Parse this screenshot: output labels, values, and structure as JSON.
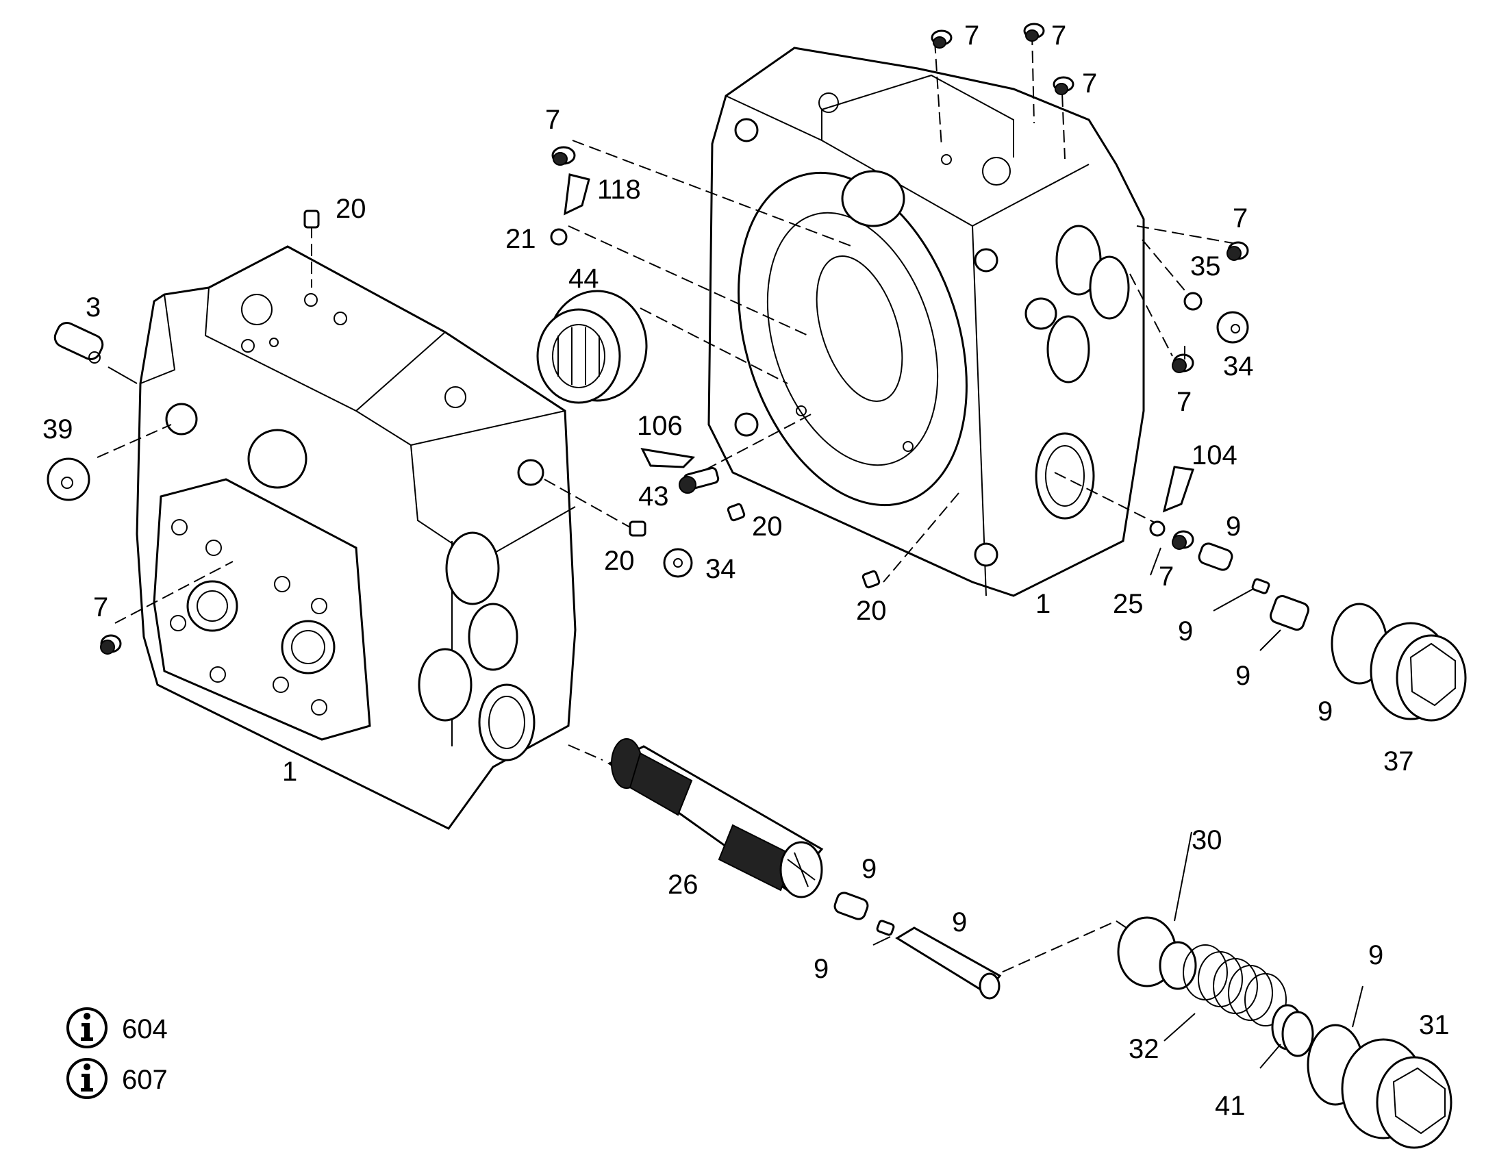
{
  "callouts": {
    "c7a": "7",
    "c7b": "7",
    "c7c": "7",
    "c7d": "7",
    "c7e": "7",
    "c7f": "7",
    "c7g": "7",
    "c7h": "7",
    "c20a": "20",
    "c20b": "20",
    "c20c": "20",
    "c20d": "20",
    "c3": "3",
    "c39": "39",
    "c1a": "1",
    "c1b": "1",
    "c118": "118",
    "c21": "21",
    "c44": "44",
    "c106": "106",
    "c43": "43",
    "c34a": "34",
    "c34b": "34",
    "c35": "35",
    "c104": "104",
    "c25": "25",
    "c9a": "9",
    "c9b": "9",
    "c9c": "9",
    "c9d": "9",
    "c9e": "9",
    "c9f": "9",
    "c9g": "9",
    "c9h": "9",
    "c37": "37",
    "c26": "26",
    "c30": "30",
    "c32": "32",
    "c41": "41",
    "c31": "31"
  },
  "info_refs": [
    "604",
    "607"
  ],
  "icons": {
    "info": "info-circle-icon"
  }
}
